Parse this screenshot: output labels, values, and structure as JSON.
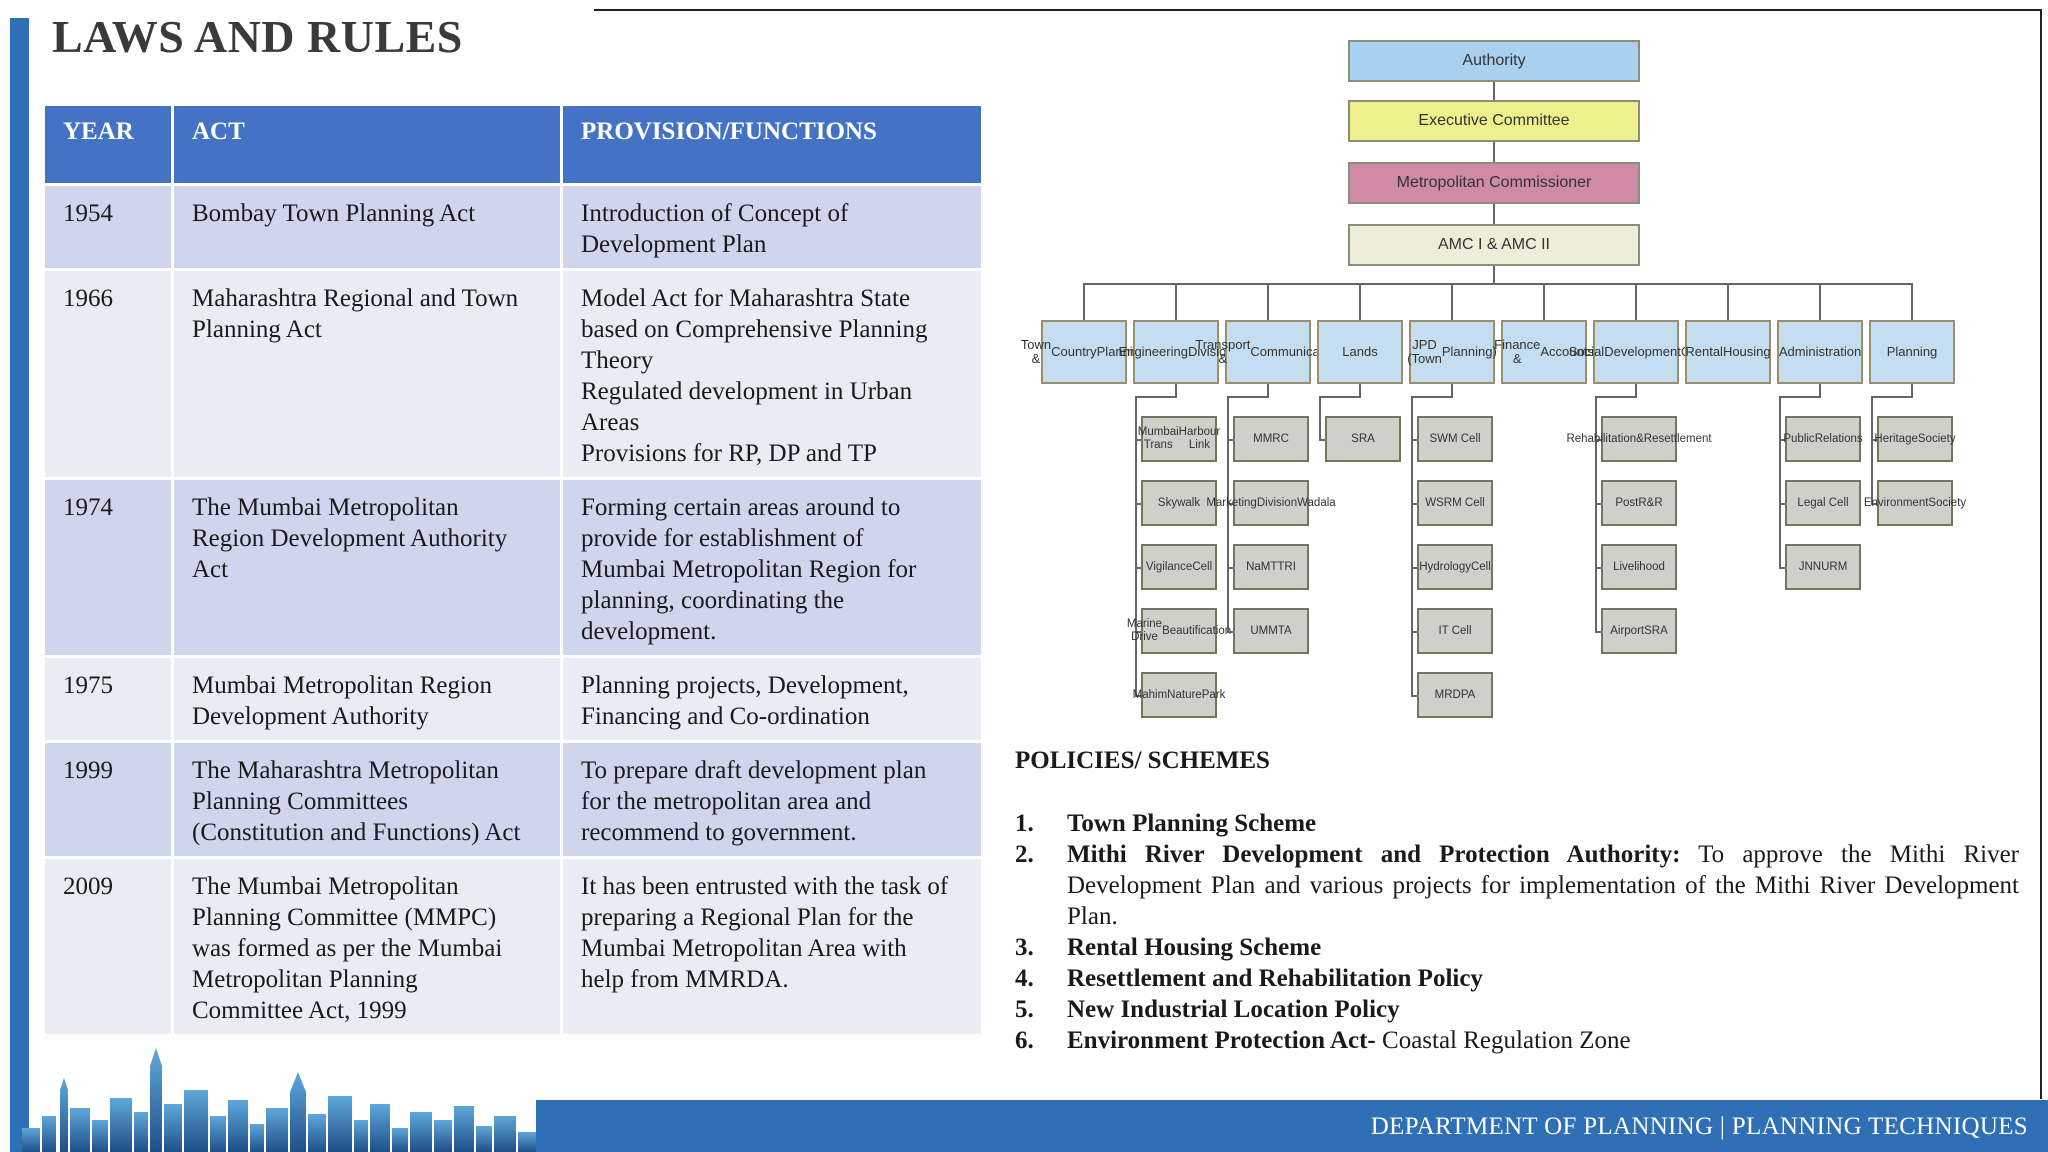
{
  "title": "LAWS AND RULES",
  "table": {
    "headers": [
      "YEAR",
      "ACT",
      "PROVISION/FUNCTIONS"
    ],
    "rows": [
      {
        "year": "1954",
        "act": [
          "Bombay Town Planning Act"
        ],
        "provision": [
          "Introduction of Concept of",
          "Development Plan"
        ]
      },
      {
        "year": "1966",
        "act": [
          "Maharashtra Regional and Town",
          "Planning Act"
        ],
        "provision": [
          "Model Act for Maharashtra State",
          "based on Comprehensive Planning",
          "Theory",
          "Regulated development in Urban",
          "Areas",
          "Provisions for RP, DP and TP"
        ]
      },
      {
        "year": "1974",
        "act": [
          "The Mumbai Metropolitan",
          "Region Development Authority",
          "Act"
        ],
        "provision": [
          "Forming certain areas around to",
          "provide for establishment of",
          "Mumbai Metropolitan Region for",
          "planning, coordinating the",
          "development."
        ]
      },
      {
        "year": "1975",
        "act": [
          "Mumbai Metropolitan Region",
          "Development Authority"
        ],
        "provision": [
          "Planning projects, Development,",
          "Financing and Co-ordination"
        ]
      },
      {
        "year": "1999",
        "act": [
          "The Maharashtra Metropolitan",
          "Planning Committees",
          "(Constitution and Functions) Act"
        ],
        "provision": [
          "To prepare draft development plan",
          "for the metropolitan area and",
          "recommend to government."
        ]
      },
      {
        "year": "2009",
        "act": [
          "The Mumbai Metropolitan",
          "Planning Committee (MMPC)",
          "was formed as per the Mumbai",
          "Metropolitan Planning",
          "Committee Act, 1999"
        ],
        "provision": [
          "It has been entrusted with the task of",
          "preparing a Regional Plan for the",
          "Mumbai Metropolitan Area with",
          "help from MMRDA."
        ]
      }
    ]
  },
  "org_chart": {
    "top": [
      {
        "label": "Authority",
        "color": "#a9d0ef"
      },
      {
        "label": "Executive Committee",
        "color": "#eef08c"
      },
      {
        "label": "Metropolitan Commissioner",
        "color": "#cf8aa8"
      },
      {
        "label": "AMC I & AMC II",
        "color": "#eeeed8"
      }
    ],
    "departments": [
      {
        "label": [
          "Town &",
          "Country",
          "Planning"
        ],
        "subs": []
      },
      {
        "label": [
          "Engineering",
          "Division"
        ],
        "subs": [
          [
            "Mumbai Trans",
            "Harbour Link"
          ],
          [
            "Skywalk"
          ],
          [
            "Vigilance",
            "Cell"
          ],
          [
            "Marine Drive",
            "Beautification"
          ],
          [
            "Mahim",
            "Nature",
            "Park"
          ]
        ]
      },
      {
        "label": [
          "Transport &",
          "Communication"
        ],
        "subs": [
          [
            "MMRC"
          ],
          [
            "Marketing",
            "Division",
            "Wadala"
          ],
          [
            "NaMTTRI"
          ],
          [
            "UMMTA"
          ]
        ]
      },
      {
        "label": [
          "Lands"
        ],
        "subs": [
          [
            "SRA"
          ]
        ]
      },
      {
        "label": [
          "JPD (Town",
          "Planning)"
        ],
        "subs": [
          [
            "SWM Cell"
          ],
          [
            "WSRM Cell"
          ],
          [
            "Hydrology",
            "Cell"
          ],
          [
            "IT Cell"
          ],
          [
            "MRDPA"
          ]
        ]
      },
      {
        "label": [
          "Finance &",
          "Accounts"
        ],
        "subs": []
      },
      {
        "label": [
          "Social",
          "Development",
          "Cell"
        ],
        "subs": [
          [
            "Rehabilitation",
            "&",
            "Resettlement"
          ],
          [
            "Post",
            "R&R"
          ],
          [
            "Livelihood"
          ],
          [
            "Airport",
            "SRA"
          ]
        ]
      },
      {
        "label": [
          "Rental",
          "Housing"
        ],
        "subs": []
      },
      {
        "label": [
          "Administration"
        ],
        "subs": [
          [
            "Public",
            "Relations"
          ],
          [
            "Legal Cell"
          ],
          [
            "JNNURM"
          ]
        ]
      },
      {
        "label": [
          "Planning"
        ],
        "subs": [
          [
            "Heritage",
            "Society"
          ],
          [
            "Environment",
            "Society"
          ]
        ]
      }
    ]
  },
  "policies": {
    "heading": "POLICIES/ SCHEMES",
    "items": [
      {
        "num": "1.",
        "bold": "Town Planning Scheme",
        "text": ""
      },
      {
        "num": "2.",
        "bold": "Mithi River Development and Protection Authority:",
        "text": " To approve the Mithi River Development Plan and various projects for implementation of the Mithi River Development Plan."
      },
      {
        "num": "3.",
        "bold": "Rental Housing Scheme",
        "text": ""
      },
      {
        "num": "4.",
        "bold": "Resettlement and Rehabilitation Policy",
        "text": ""
      },
      {
        "num": "5.",
        "bold": "New Industrial Location Policy",
        "text": ""
      },
      {
        "num": "6.",
        "bold": "Environment Protection Act-",
        "text": " Coastal Regulation Zone"
      }
    ]
  },
  "footer": "DEPARTMENT OF PLANNING | PLANNING TECHNIQUES",
  "colors": {
    "accent": "#2e6fb5",
    "header": "#4472c4",
    "row_odd": "#d0d5ee",
    "row_even": "#e9ebf5"
  }
}
